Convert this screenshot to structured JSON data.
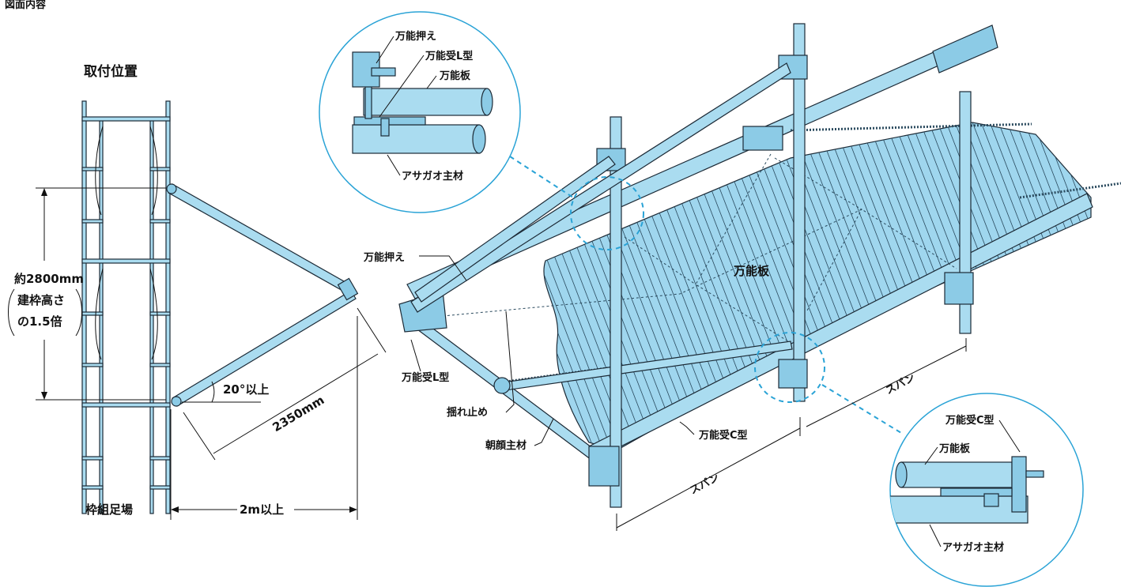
{
  "header": {
    "title": "図面内容"
  },
  "left_panel": {
    "title": "取付位置",
    "height_note_line1": "約2800mm",
    "height_note_line2": "建枠高さ",
    "height_note_line3": "の1.5倍",
    "angle_label": "20°以上",
    "length_label": "2350mm",
    "distance_label": "2m以上",
    "scaffold_label": "枠組足場"
  },
  "main_diagram": {
    "label_oshi": "万能押え",
    "label_L": "万能受L型",
    "label_yure": "揺れ止め",
    "label_shuzai": "朝顔主材",
    "label_C": "万能受C型",
    "label_ita": "万能板",
    "label_span_front": "スパン",
    "label_span_right": "スパン"
  },
  "detail_top": {
    "label_oshi": "万能押え",
    "label_L": "万能受L型",
    "label_ita": "万能板",
    "label_shuzai": "アサガオ主材"
  },
  "detail_bottom": {
    "label_C": "万能受C型",
    "label_ita": "万能板",
    "label_shuzai": "アサガオ主材"
  },
  "colors": {
    "pipe": "#aadcf0",
    "deck": "#9fd6ee",
    "accent": "#2aa3d6"
  }
}
